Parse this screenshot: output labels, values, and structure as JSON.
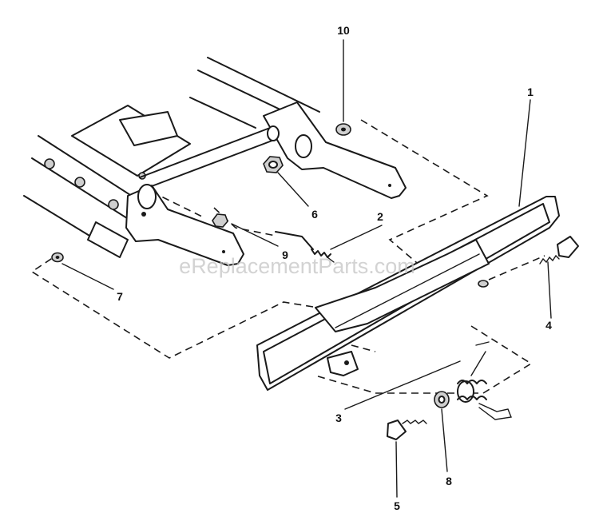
{
  "diagram": {
    "watermark": "eReplacementParts.com",
    "callouts": [
      {
        "id": "1",
        "label": "1"
      },
      {
        "id": "2",
        "label": "2"
      },
      {
        "id": "3",
        "label": "3"
      },
      {
        "id": "4",
        "label": "4"
      },
      {
        "id": "5",
        "label": "5"
      },
      {
        "id": "6",
        "label": "6"
      },
      {
        "id": "7",
        "label": "7"
      },
      {
        "id": "8",
        "label": "8"
      },
      {
        "id": "9",
        "label": "9"
      },
      {
        "id": "10",
        "label": "10"
      }
    ]
  }
}
